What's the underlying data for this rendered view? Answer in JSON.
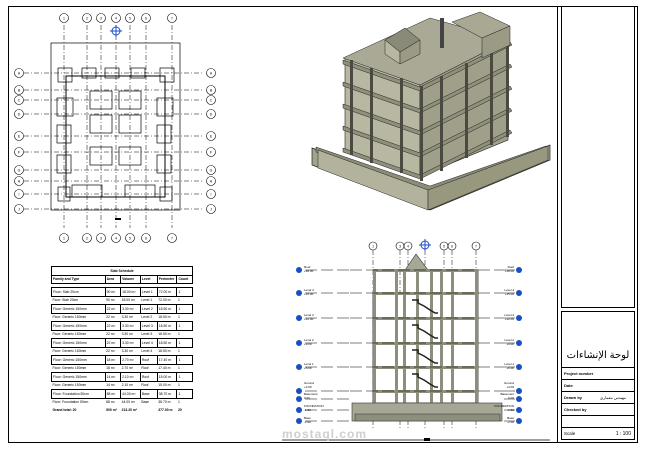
{
  "sheet": {
    "title_arabic": "لوحة الإنشاءات",
    "fields": [
      {
        "label": "Project number",
        "value": ""
      },
      {
        "label": "Date",
        "value": ""
      },
      {
        "label": "Drawn by",
        "value": "مهندس معماري"
      },
      {
        "label": "Checked by",
        "value": ""
      }
    ],
    "scale_label": "Scale",
    "scale_value": "1 : 100"
  },
  "plan": {
    "grid_top": [
      "1",
      "2",
      "3",
      "4",
      "5",
      "6",
      "7"
    ],
    "grid_left": [
      "A",
      "B",
      "C",
      "D",
      "E",
      "F",
      "G",
      "H",
      "I",
      "J"
    ]
  },
  "elevation": {
    "grid_top": [
      "1",
      "3",
      "4",
      "5",
      "6",
      "7"
    ],
    "levels": [
      {
        "name": "Roof",
        "elev": "+18.00"
      },
      {
        "name": "Level 4",
        "elev": "+15.00"
      },
      {
        "name": "Level 3",
        "elev": "+12.00"
      },
      {
        "name": "Level 2",
        "elev": "+9.00"
      },
      {
        "name": "Level 1",
        "elev": "+6.00"
      },
      {
        "name": "Ground",
        "elev": "+3.00"
      },
      {
        "name": "Basement",
        "elev": "0.00"
      },
      {
        "name": "FOUNDATION",
        "elev": "-1.50"
      },
      {
        "name": "Base",
        "elev": "-2.00"
      }
    ]
  },
  "schedule": {
    "title": "Slab Schedule",
    "headers": [
      "Family and Type",
      "Area",
      "Volume",
      "Level",
      "Perimeter",
      "Count"
    ],
    "groups": [
      {
        "rows": [
          [
            "Floor: Slab 20cm",
            "90 m²",
            "18.00 m³",
            "Level 1",
            "72.00 m",
            "1"
          ],
          [
            "Floor: Slab 20cm",
            "90 m²",
            "18.00 m³",
            "Level 1",
            "72.00 m",
            "1"
          ]
        ]
      },
      {
        "rows": [
          [
            "Floor: Generic 150mm",
            "22 m²",
            "3.30 m³",
            "Level 2",
            "18.50 m",
            "1"
          ],
          [
            "Floor: Generic 150mm",
            "22 m²",
            "3.30 m³",
            "Level 2",
            "18.50 m",
            "1"
          ]
        ]
      },
      {
        "rows": [
          [
            "Floor: Generic 150mm",
            "22 m²",
            "3.30 m³",
            "Level 3",
            "18.50 m",
            "1"
          ],
          [
            "Floor: Generic 150mm",
            "22 m²",
            "3.30 m³",
            "Level 3",
            "18.50 m",
            "1"
          ]
        ]
      },
      {
        "rows": [
          [
            "Floor: Generic 150mm",
            "22 m²",
            "3.30 m³",
            "Level 4",
            "18.50 m",
            "1"
          ],
          [
            "Floor: Generic 150mm",
            "22 m²",
            "3.30 m³",
            "Level 4",
            "18.50 m",
            "1"
          ]
        ]
      },
      {
        "rows": [
          [
            "Floor: Generic 150mm",
            "18 m²",
            "2.70 m³",
            "Roof",
            "17.40 m",
            "1"
          ],
          [
            "Floor: Generic 150mm",
            "18 m²",
            "2.70 m³",
            "Roof",
            "17.40 m",
            "1"
          ]
        ]
      },
      {
        "rows": [
          [
            "Floor: Generic 150mm",
            "14 m²",
            "2.10 m³",
            "Roof",
            "15.00 m",
            "1"
          ],
          [
            "Floor: Generic 150mm",
            "14 m²",
            "2.10 m³",
            "Roof",
            "15.00 m",
            "1"
          ]
        ]
      },
      {
        "rows": [
          [
            "Floor: Foundation 50cm",
            "88 m²",
            "44.00 m³",
            "Base",
            "38.70 m",
            "1"
          ],
          [
            "Floor: Foundation 50cm",
            "88 m²",
            "44.00 m³",
            "Base",
            "38.70 m",
            "1"
          ]
        ]
      }
    ],
    "total": [
      "Grand total: 20",
      "500 m²",
      "213.20 m³",
      "",
      "377.00 m",
      "20"
    ]
  },
  "watermark": "mostaql.com"
}
